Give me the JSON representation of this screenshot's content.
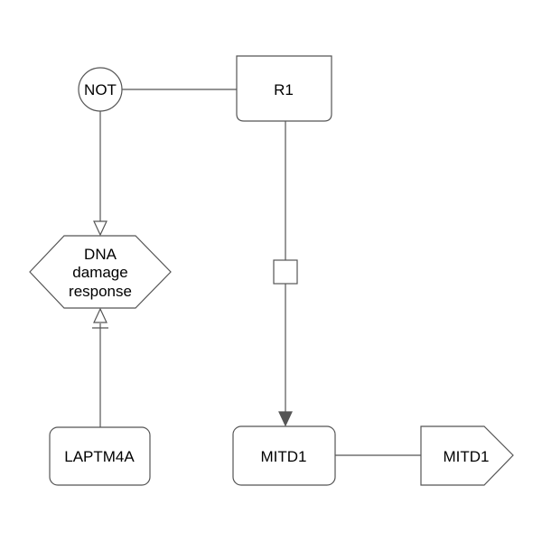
{
  "diagram": {
    "nodes": {
      "not": {
        "label": "NOT"
      },
      "r1": {
        "label": "R1"
      },
      "dna": {
        "label_lines": [
          "DNA",
          "damage",
          "response"
        ]
      },
      "laptm4a": {
        "label": "LAPTM4A"
      },
      "mitd1": {
        "label": "MITD1"
      },
      "mitd1_out": {
        "label": "MITD1"
      }
    },
    "colors": {
      "stroke": "#555555",
      "fill": "#ffffff",
      "text": "#000000"
    }
  }
}
